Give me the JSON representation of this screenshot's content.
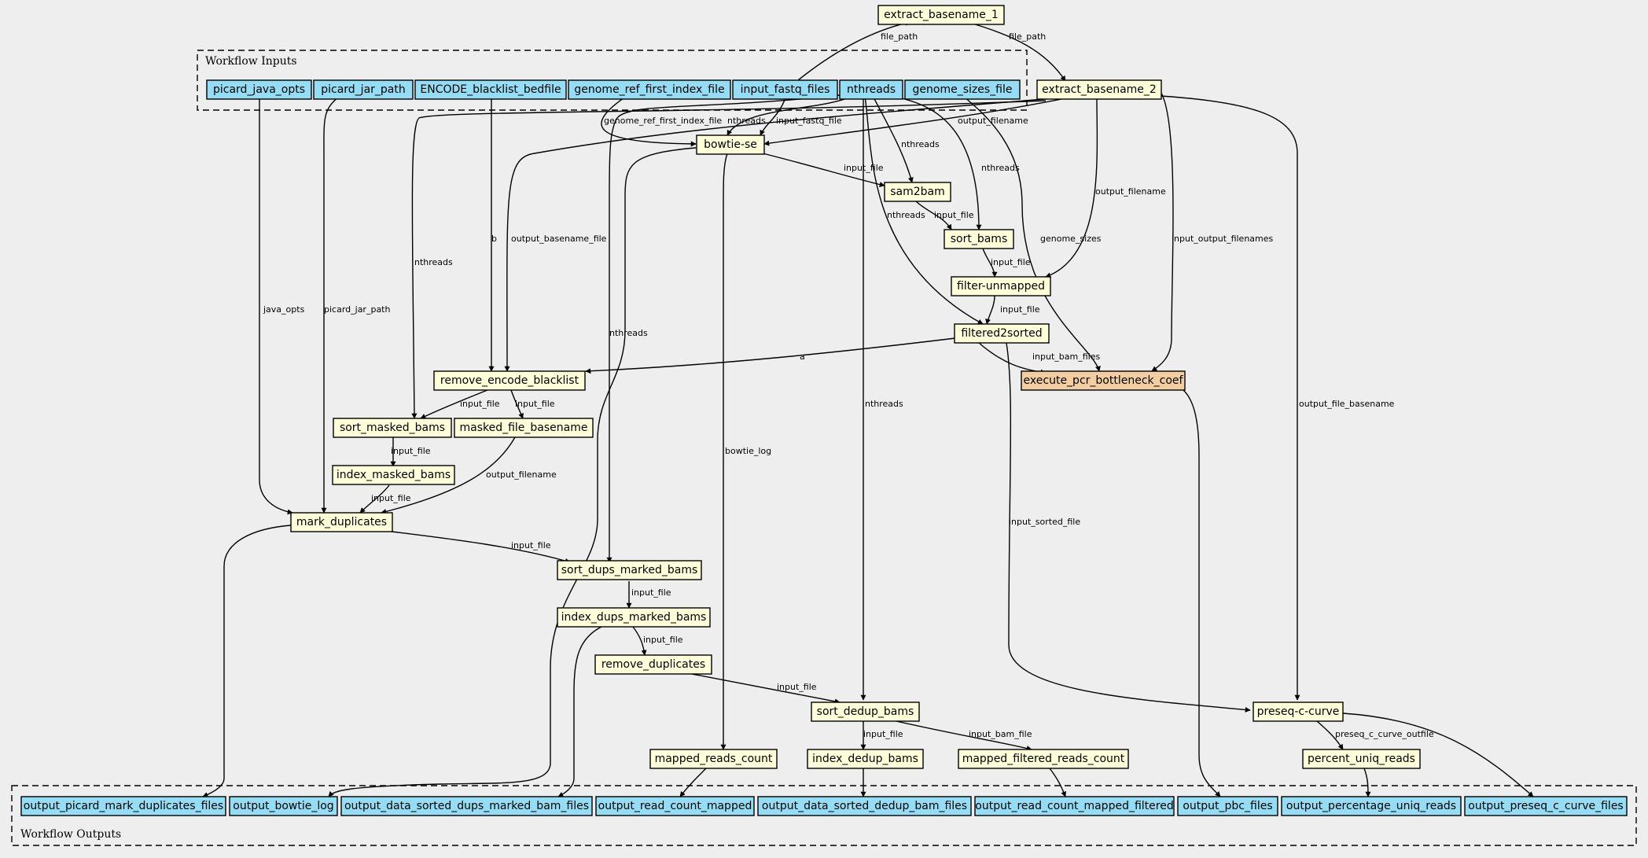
{
  "clusters": {
    "inputs_label": "Workflow Inputs",
    "outputs_label": "Workflow Outputs"
  },
  "colors": {
    "io_fill": "#94ddf4",
    "step_fill": "#ffffd9",
    "subworkflow_fill": "#f3cea1"
  },
  "nodes": {
    "picard_java_opts": "picard_java_opts",
    "picard_jar_path": "picard_jar_path",
    "encode_blacklist_bedfile": "ENCODE_blacklist_bedfile",
    "genome_ref_first_index_file": "genome_ref_first_index_file",
    "input_fastq_files": "input_fastq_files",
    "nthreads": "nthreads",
    "genome_sizes_file": "genome_sizes_file",
    "extract_basename_1": "extract_basename_1",
    "extract_basename_2": "extract_basename_2",
    "bowtie_se": "bowtie-se",
    "sam2bam": "sam2bam",
    "sort_bams": "sort_bams",
    "filter_unmapped": "filter-unmapped",
    "filtered2sorted": "filtered2sorted",
    "remove_encode_blacklist": "remove_encode_blacklist",
    "execute_pcr_bottleneck_coef": "execute_pcr_bottleneck_coef",
    "sort_masked_bams": "sort_masked_bams",
    "masked_file_basename": "masked_file_basename",
    "index_masked_bams": "index_masked_bams",
    "mark_duplicates": "mark_duplicates",
    "sort_dups_marked_bams": "sort_dups_marked_bams",
    "index_dups_marked_bams": "index_dups_marked_bams",
    "remove_duplicates": "remove_duplicates",
    "sort_dedup_bams": "sort_dedup_bams",
    "preseq_c_curve": "preseq-c-curve",
    "mapped_reads_count": "mapped_reads_count",
    "index_dedup_bams": "index_dedup_bams",
    "mapped_filtered_reads_count": "mapped_filtered_reads_count",
    "percent_uniq_reads": "percent_uniq_reads",
    "output_picard_mark_duplicates_files": "output_picard_mark_duplicates_files",
    "output_bowtie_log": "output_bowtie_log",
    "output_data_sorted_dups_marked_bam_files": "output_data_sorted_dups_marked_bam_files",
    "output_read_count_mapped": "output_read_count_mapped",
    "output_data_sorted_dedup_bam_files": "output_data_sorted_dedup_bam_files",
    "output_read_count_mapped_filtered": "output_read_count_mapped_filtered",
    "output_pbc_files": "output_pbc_files",
    "output_percentage_uniq_reads": "output_percentage_uniq_reads",
    "output_preseq_c_curve_files": "output_preseq_c_curve_files"
  },
  "edge_labels": {
    "file_path": "file_path",
    "output_filename": "output_filename",
    "genome_ref_first_index_file": "genome_ref_first_index_file",
    "nthreads": "nthreads",
    "input_fastq_file": "input_fastq_file",
    "input_file": "input_file",
    "output_basename_file": "output_basename_file",
    "b": "b",
    "a": "a",
    "java_opts": "java_opts",
    "picard_jar_path": "picard_jar_path",
    "genome_sizes": "genome_sizes",
    "input_output_filenames": "input_output_filenames",
    "input_bam_files": "input_bam_files",
    "output_file_basename": "output_file_basename",
    "bowtie_log": "bowtie_log",
    "input_sorted_file": "input_sorted_file",
    "input_bam_file": "input_bam_file",
    "preseq_c_curve_outfile": "preseq_c_curve_outfile"
  }
}
